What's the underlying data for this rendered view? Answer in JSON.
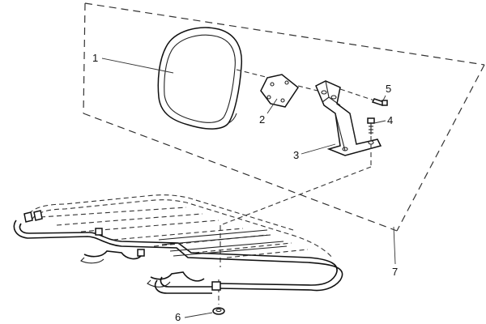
{
  "callouts": [
    {
      "id": "1",
      "label": "1"
    },
    {
      "id": "2",
      "label": "2"
    },
    {
      "id": "3",
      "label": "3"
    },
    {
      "id": "4",
      "label": "4"
    },
    {
      "id": "5",
      "label": "5"
    },
    {
      "id": "6",
      "label": "6"
    },
    {
      "id": "7",
      "label": "7"
    }
  ],
  "colors": {
    "line": "#222222",
    "background": "#ffffff"
  }
}
